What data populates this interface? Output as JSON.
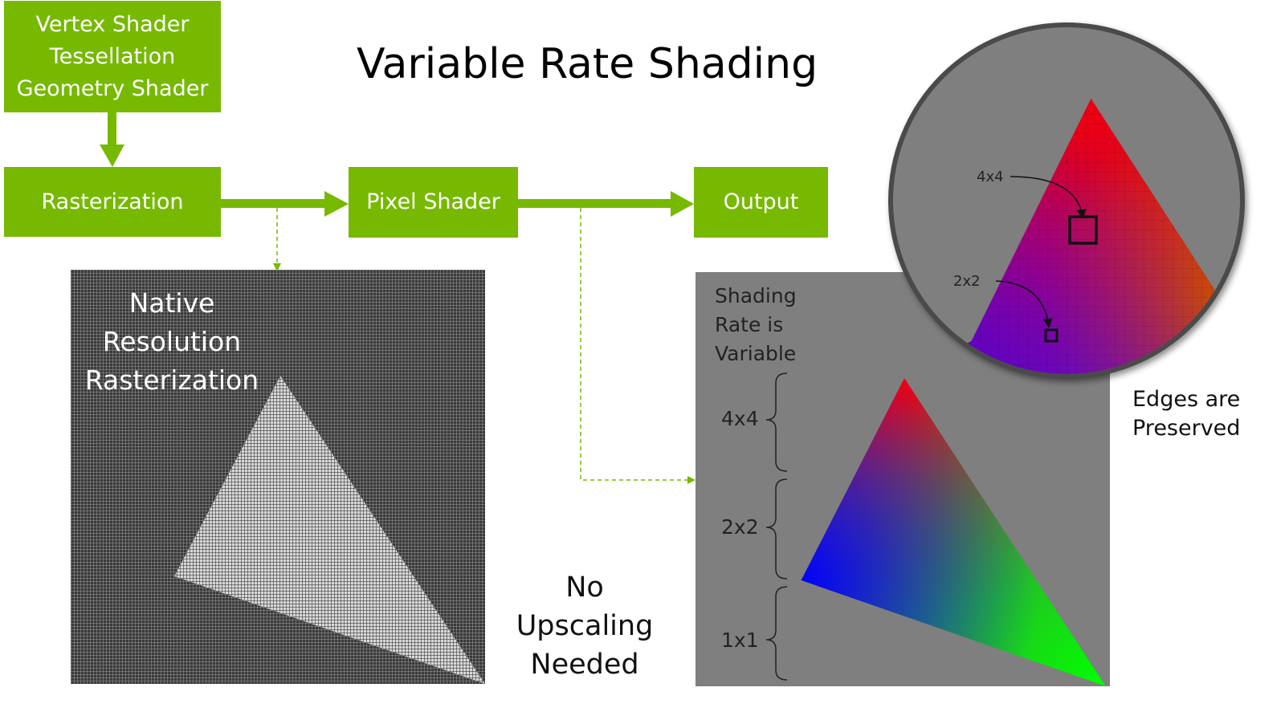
{
  "title": "Variable Rate Shading",
  "pipeline": {
    "stage1": [
      "Vertex Shader",
      "Tessellation",
      "Geometry Shader"
    ],
    "rasterization": "Rasterization",
    "pixel_shader": "Pixel Shader",
    "output": "Output"
  },
  "native_panel": {
    "label": [
      "Native",
      "Resolution",
      "Rasterization"
    ]
  },
  "vrs_panel": {
    "label": [
      "Shading",
      "Rate is",
      "Variable"
    ],
    "rates": [
      "4x4",
      "2x2",
      "1x1"
    ]
  },
  "magnifier": {
    "rate_coarse": "4x4",
    "rate_medium": "2x2"
  },
  "edges_note": [
    "Edges are",
    "Preserved"
  ],
  "no_upscaling_note": [
    "No",
    "Upscaling",
    "Needed"
  ],
  "colors": {
    "stage_green": "#76b900",
    "panel_gray": "#7f7f7f",
    "native_dark": "#3a3a3a"
  }
}
